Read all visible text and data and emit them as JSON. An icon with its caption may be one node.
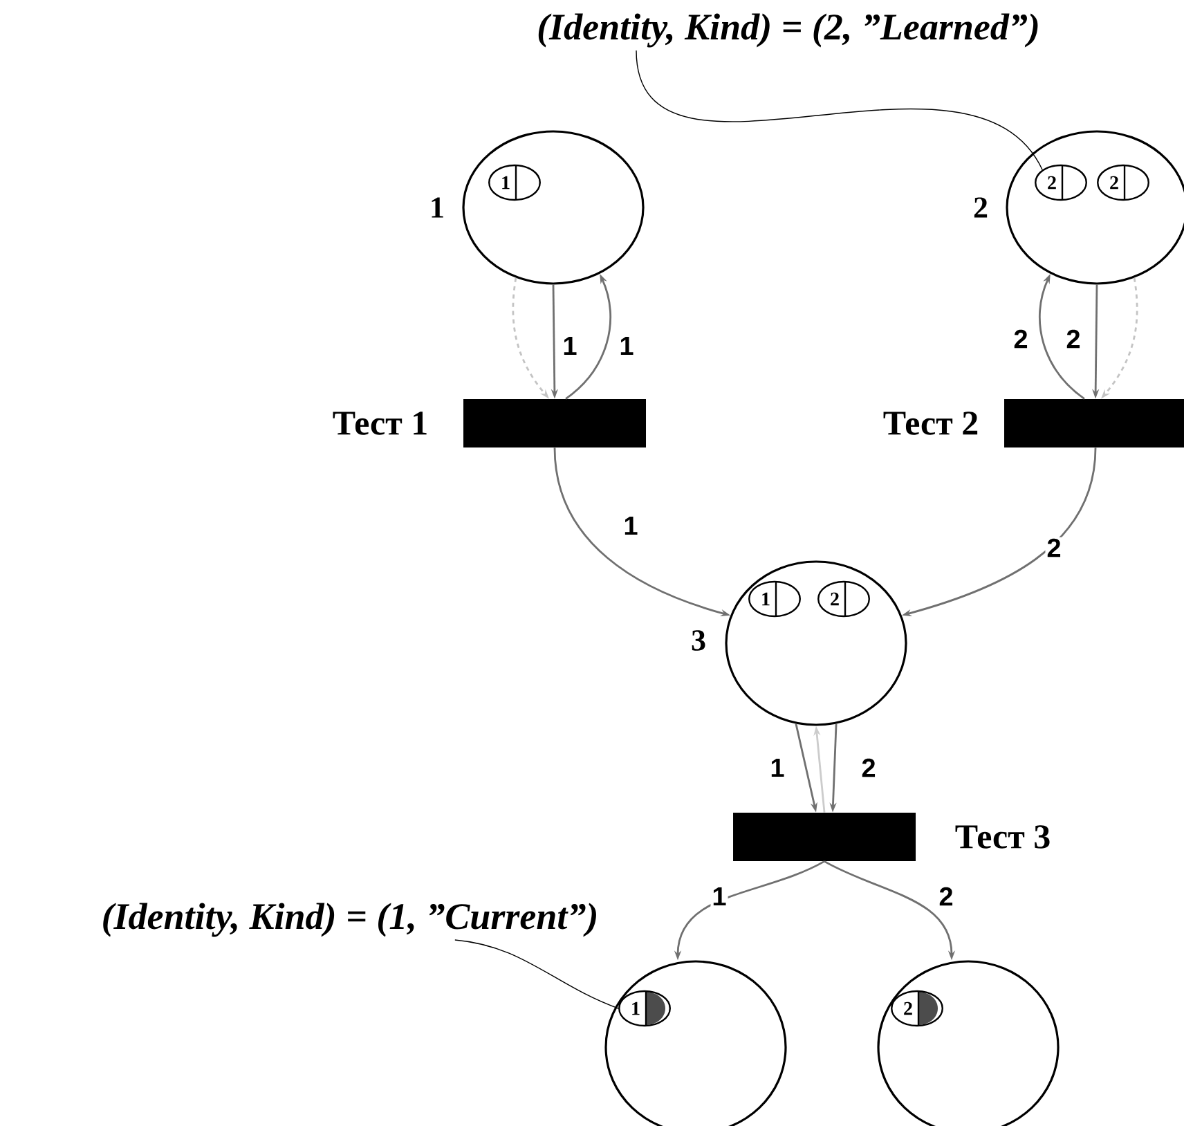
{
  "diagram": {
    "nodes": [
      {
        "text": [],
        "shape": "circle",
        "beside": [
          "1"
        ]
      },
      {
        "text": [
          "1"
        ],
        "in": 0
      },
      {
        "text": [],
        "shape": "circle",
        "beside": [
          "2"
        ]
      },
      {
        "text": [
          "2"
        ],
        "in": 2
      },
      {
        "text": [
          "2"
        ],
        "in": 2
      },
      {
        "text": [],
        "shape": "bar",
        "beside": [
          "Тест 1"
        ]
      },
      {
        "text": [],
        "shape": "bar",
        "beside": [
          "Тест 2"
        ]
      },
      {
        "text": [],
        "shape": "circle",
        "beside": [
          "3"
        ]
      },
      {
        "text": [
          "1"
        ],
        "in": 7
      },
      {
        "text": [
          "2"
        ],
        "in": 7
      },
      {
        "text": [],
        "shape": "bar",
        "beside": [
          "Тест 3"
        ]
      },
      {
        "text": [],
        "shape": "circle"
      },
      {
        "text": [
          "1"
        ],
        "in": 11
      },
      {
        "text": [],
        "shape": "circle"
      },
      {
        "text": [
          "2"
        ],
        "in": 13
      },
      {
        "text": [
          "(Identity, Kind) = (2, ”Learned”)"
        ]
      },
      {
        "text": [
          "(Identity, Kind) = (1, ”Current”)"
        ]
      }
    ],
    "edges": [
      {
        "from": 0,
        "to": 5,
        "arrow": "to",
        "label": "1"
      },
      {
        "from": 5,
        "to": 0,
        "arrow": "to",
        "label": "1"
      },
      {
        "from": 0,
        "to": 5,
        "arrow": "to",
        "style": "dashed",
        "color": "#c4c4c4"
      },
      {
        "from": 2,
        "to": 6,
        "arrow": "to",
        "label": "2"
      },
      {
        "from": 6,
        "to": 2,
        "arrow": "to",
        "label": "2"
      },
      {
        "from": 2,
        "to": 6,
        "arrow": "to",
        "style": "dashed",
        "color": "#c4c4c4"
      },
      {
        "from": 5,
        "to": 7,
        "arrow": "to",
        "label": "1"
      },
      {
        "from": 6,
        "to": 7,
        "arrow": "to",
        "label": "2"
      },
      {
        "from": 7,
        "to": 10,
        "arrow": "to",
        "label": "1"
      },
      {
        "from": 7,
        "to": 10,
        "arrow": "to",
        "label": "2"
      },
      {
        "from": 10,
        "to": 7,
        "arrow": "to",
        "color": "#cccccc"
      },
      {
        "from": 10,
        "to": 11,
        "arrow": "to",
        "label": "1"
      },
      {
        "from": 10,
        "to": 13,
        "arrow": "to",
        "label": "2"
      },
      {
        "from": 15,
        "to": 3,
        "arrow": "none",
        "color": "#000000"
      },
      {
        "from": 16,
        "to": 12,
        "arrow": "none",
        "color": "#000000"
      }
    ]
  }
}
